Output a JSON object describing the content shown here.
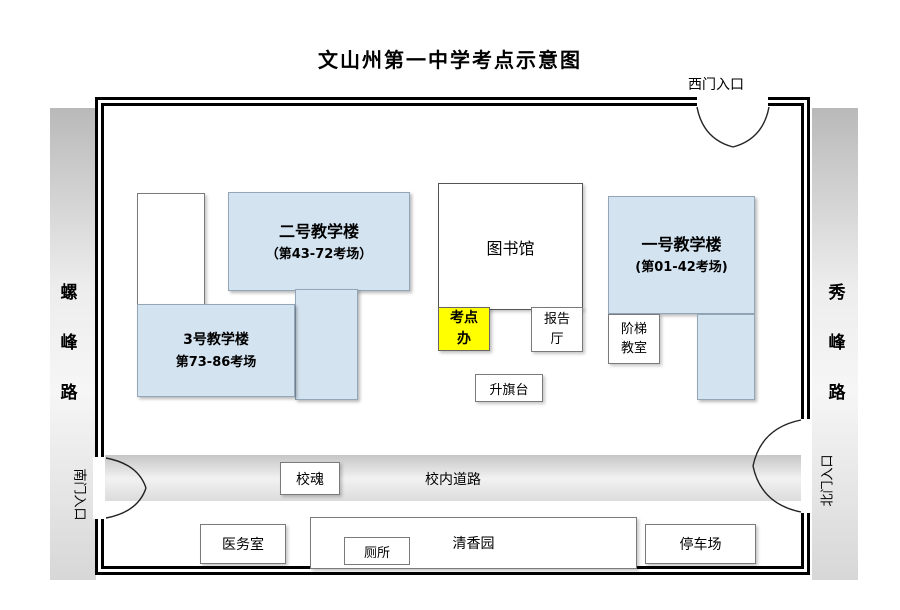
{
  "title": "文山州第一中学考点示意图",
  "roads": {
    "left": "螺峰路",
    "right": "秀峰路",
    "campus": "校内道路"
  },
  "gates": {
    "west": "西门入口",
    "south": "南门入口",
    "north": "北门入口"
  },
  "buildings": {
    "building2": {
      "name": "二号教学楼",
      "rooms": "（第43-72考场）"
    },
    "building3": {
      "name": "3号教学楼",
      "rooms": "第73-86考场"
    },
    "building1": {
      "name": "一号教学楼",
      "rooms": "(第01-42考场)"
    },
    "library": "图书馆",
    "exam_office": "考点办",
    "lecture_hall": "报告厅",
    "flag_platform": "升旗台",
    "stair_classroom": "阶梯教室",
    "school_monument": "校魂",
    "medical_room": "医务室",
    "toilet": "厕所",
    "garden": "清香园",
    "parking": "停车场"
  },
  "colors": {
    "building_fill": "#d4e3f0",
    "office_highlight": "#ffff00",
    "road_gray": "#d9d9d9"
  }
}
